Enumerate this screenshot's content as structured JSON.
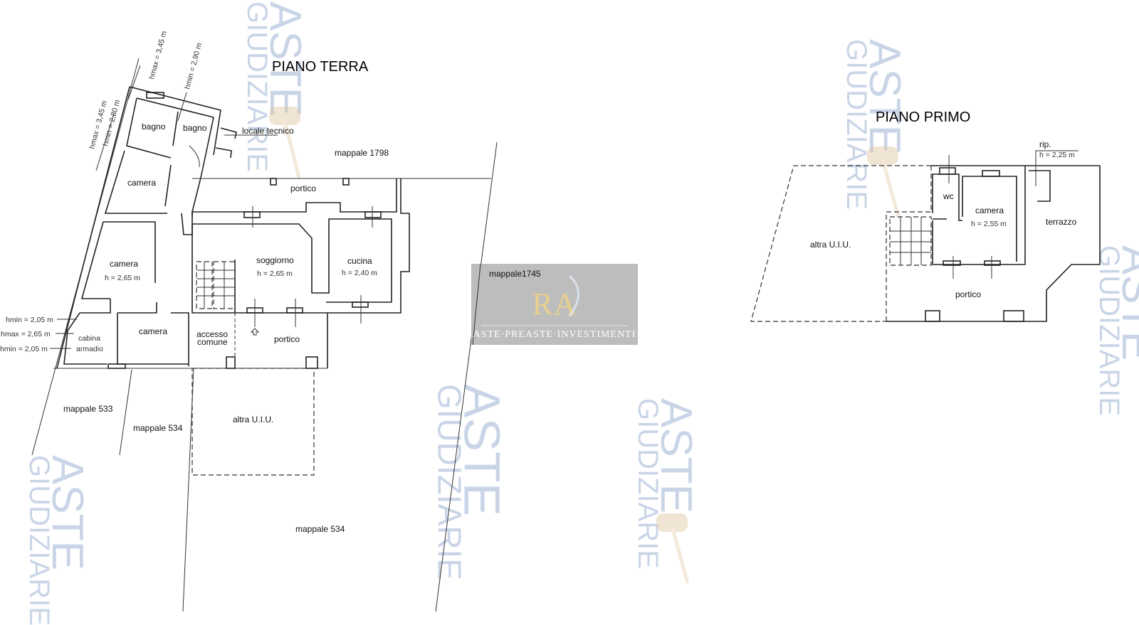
{
  "titles": {
    "ground": "PIANO TERRA",
    "first": "PIANO PRIMO"
  },
  "ground_floor": {
    "rooms": {
      "bagno1": "bagno",
      "bagno2": "bagno",
      "locale_tecnico": "locale tecnico",
      "camera_top": "camera",
      "camera_mid": "camera",
      "camera_mid_h": "h = 2,65 m",
      "camera_low": "camera",
      "cabina1": "cabina",
      "cabina2": "armadio",
      "soggiorno": "soggiorno",
      "soggiorno_h": "h = 2,65 m",
      "cucina": "cucina",
      "cucina_h": "h = 2,40 m",
      "portico_top": "portico",
      "portico_low": "portico",
      "accesso1": "accesso",
      "accesso2": "comune",
      "altra_uiu": "altra U.I.U."
    },
    "heights": {
      "hmax_top": "hmax = 3,45 m",
      "hmin_top": "hmin = 2,90 m",
      "hmax_left": "hmax = 3,45 m",
      "hmin_left": "hmin = 2,80 m",
      "cab_hmin1": "hmin = 2,05 m",
      "cab_hmax": "hmax = 2,65 m",
      "cab_hmin2": "hmin = 2,05 m"
    },
    "parcels": {
      "m1798": "mappale 1798",
      "m1745": "mappale1745",
      "m533": "mappale 533",
      "m534a": "mappale 534",
      "m534b": "mappale 534"
    }
  },
  "first_floor": {
    "altra_uiu": "altra U.I.U.",
    "wc": "wc",
    "camera": "camera",
    "camera_h": "h = 2,55 m",
    "rip": "rip.",
    "rip_h": "h = 2,25 m",
    "terrazzo": "terrazzo",
    "portico": "portico"
  },
  "logo": {
    "text": "ASTE·PREASTE·INVESTIMENTI",
    "monogram": "RA",
    "bg": "#b9b9b9"
  },
  "watermark": {
    "line1": "ASTE",
    "line2": "GIUDIZIARIE",
    "color": "#b8c8e0"
  }
}
